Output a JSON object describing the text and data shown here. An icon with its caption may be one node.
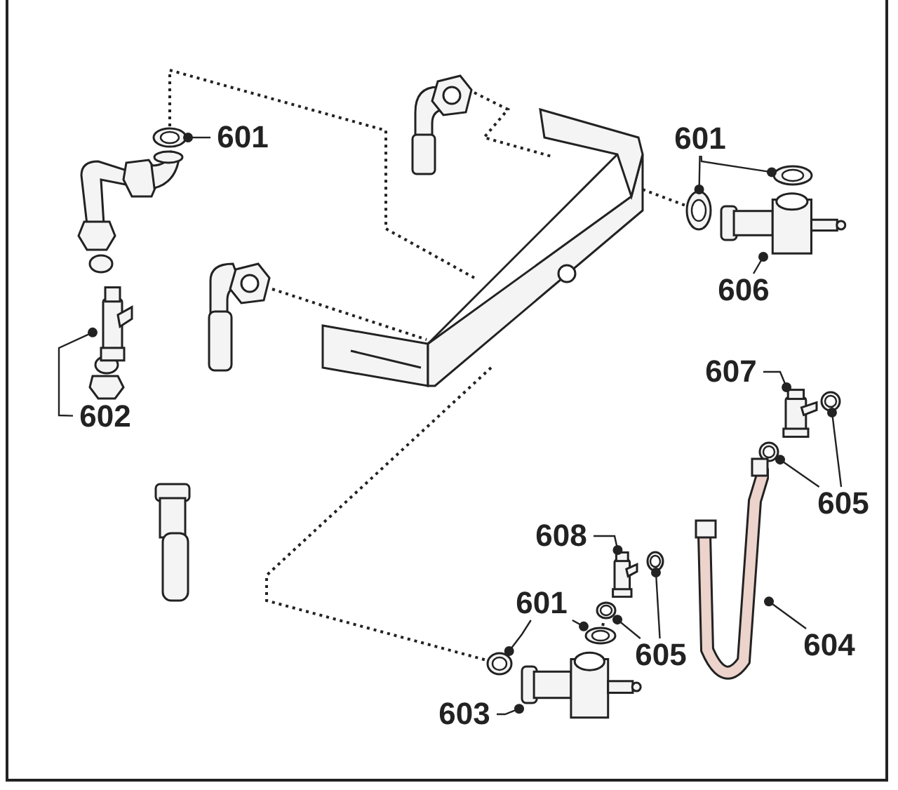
{
  "diagram": {
    "nodes": [
      {
        "text": [
          "601"
        ]
      },
      {
        "text": [],
        "shape": "picture"
      },
      {
        "text": [
          "602"
        ]
      },
      {
        "text": [],
        "shape": "picture"
      },
      {
        "text": [
          "601"
        ]
      },
      {
        "text": [],
        "shape": "picture"
      },
      {
        "text": [],
        "shape": "picture"
      },
      {
        "text": [
          "606"
        ]
      },
      {
        "text": [],
        "shape": "picture"
      },
      {
        "text": [
          "607"
        ]
      },
      {
        "text": [],
        "shape": "picture"
      },
      {
        "text": [
          "605"
        ]
      },
      {
        "text": [],
        "shape": "picture"
      },
      {
        "text": [],
        "shape": "picture"
      },
      {
        "text": [
          "608"
        ]
      },
      {
        "text": [],
        "shape": "picture"
      },
      {
        "text": [
          "601"
        ]
      },
      {
        "text": [],
        "shape": "picture"
      },
      {
        "text": [],
        "shape": "picture"
      },
      {
        "text": [
          "605"
        ]
      },
      {
        "text": [],
        "shape": "picture"
      },
      {
        "text": [],
        "shape": "picture"
      },
      {
        "text": [
          "604"
        ]
      },
      {
        "text": [],
        "shape": "picture"
      },
      {
        "text": [
          "603"
        ]
      },
      {
        "text": [],
        "shape": "picture"
      },
      {
        "text": [],
        "shape": "picture"
      },
      {
        "text": [],
        "shape": "picture"
      },
      {
        "text": [],
        "shape": "picture"
      }
    ],
    "edges": [
      {
        "from": 0,
        "to": 1,
        "arrow": "other"
      },
      {
        "from": 2,
        "to": 3,
        "arrow": "other"
      },
      {
        "from": 4,
        "to": 5,
        "arrow": "other"
      },
      {
        "from": 4,
        "to": 6,
        "arrow": "other"
      },
      {
        "from": 7,
        "to": 8,
        "arrow": "other"
      },
      {
        "from": 9,
        "to": 10,
        "arrow": "other"
      },
      {
        "from": 11,
        "to": 12,
        "arrow": "other"
      },
      {
        "from": 11,
        "to": 13,
        "arrow": "other"
      },
      {
        "from": 14,
        "to": 15,
        "arrow": "other"
      },
      {
        "from": 16,
        "to": 17,
        "arrow": "other"
      },
      {
        "from": 16,
        "to": 18,
        "arrow": "other"
      },
      {
        "from": 19,
        "to": 20,
        "arrow": "other"
      },
      {
        "from": 19,
        "to": 21,
        "arrow": "other"
      },
      {
        "from": 22,
        "to": 23,
        "arrow": "other"
      },
      {
        "from": 24,
        "to": 25,
        "arrow": "other"
      },
      {
        "from": 1,
        "to": 26,
        "arrow": "none",
        "style": "dashed"
      },
      {
        "from": 27,
        "to": 26,
        "arrow": "none",
        "style": "dashed"
      },
      {
        "from": 26,
        "to": 6,
        "arrow": "none",
        "style": "dashed"
      },
      {
        "from": 28,
        "to": 26,
        "arrow": "none",
        "style": "dashed"
      },
      {
        "from": 26,
        "to": 17,
        "arrow": "none",
        "style": "dashed"
      },
      {
        "from": 18,
        "to": 21,
        "arrow": "none",
        "style": "dashed"
      }
    ]
  }
}
